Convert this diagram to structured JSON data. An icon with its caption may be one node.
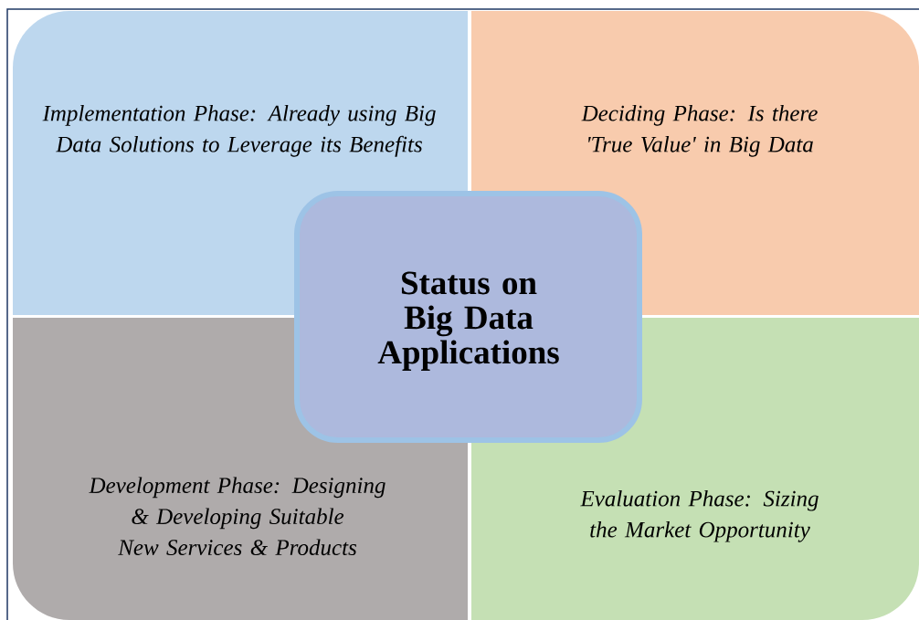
{
  "diagram": {
    "nodes": [
      {
        "text": [
          "Implementation Phase: Already using Big Data Solutions to Leverage its Benefits"
        ]
      },
      {
        "text": [
          "Deciding Phase: Is there 'True Value' in Big Data"
        ]
      },
      {
        "text": [
          "Development Phase: Designing & Developing Suitable New Services & Products"
        ]
      },
      {
        "text": [
          "Evaluation Phase: Sizing the Market Opportunity"
        ]
      },
      {
        "text": [
          "Status on Big Data Applications"
        ]
      }
    ]
  }
}
